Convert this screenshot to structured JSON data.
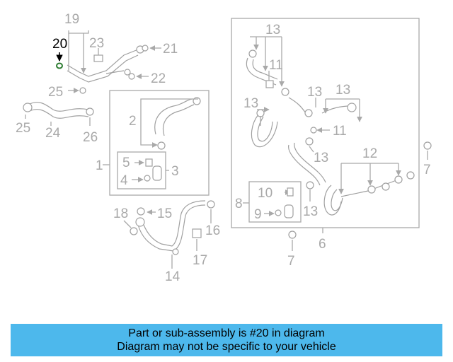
{
  "labels": {
    "n1": "1",
    "n2": "2",
    "n3": "3",
    "n4": "4",
    "n5": "5",
    "n6": "6",
    "n7a": "7",
    "n7b": "7",
    "n8": "8",
    "n9": "9",
    "n10": "10",
    "n11a": "11",
    "n11b": "11",
    "n12": "12",
    "n13a": "13",
    "n13b": "13",
    "n13c": "13",
    "n13d": "13",
    "n13e": "13",
    "n13f": "13",
    "n14": "14",
    "n15": "15",
    "n16": "16",
    "n17": "17",
    "n18": "18",
    "n19": "19",
    "n20": "20",
    "n21": "21",
    "n22": "22",
    "n23": "23",
    "n24": "24",
    "n25a": "25",
    "n25b": "25",
    "n26": "26"
  },
  "highlight": {
    "part_number": "20",
    "color": "#000000",
    "ring_color": "#2e7d32"
  },
  "banner": {
    "line1": "Part or sub-assembly is #20 in diagram",
    "line2": "Diagram may not be specific to your vehicle",
    "background": "#4db8ec"
  }
}
